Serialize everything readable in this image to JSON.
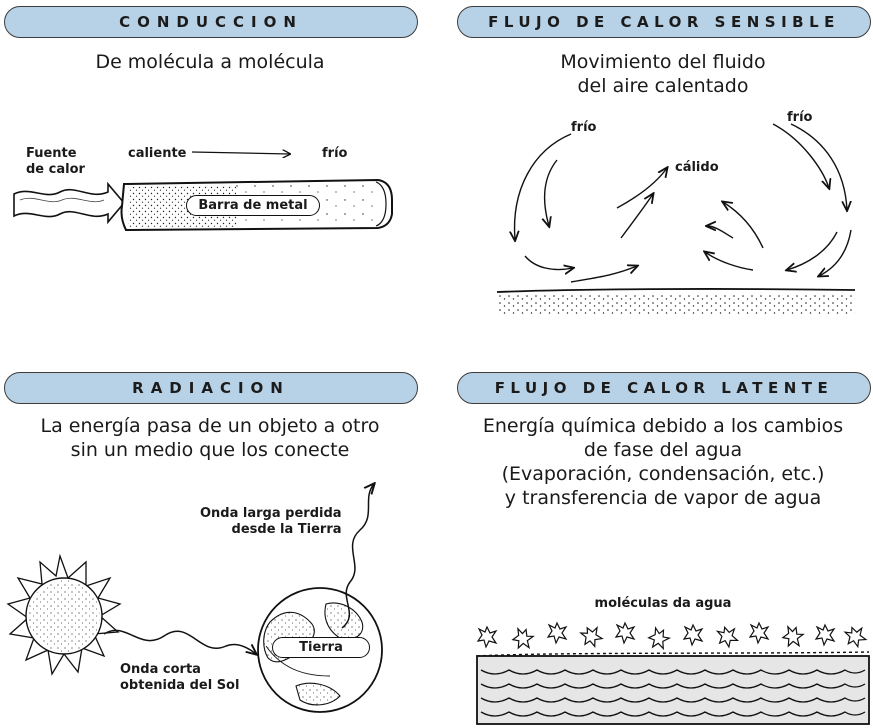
{
  "panels": {
    "conduccion": {
      "title": "CONDUCCION",
      "subtitle": "De molécula a molécula",
      "labels": {
        "heat_source": "Fuente\nde calor",
        "hot": "caliente",
        "cold": "frío",
        "bar": "Barra de metal"
      }
    },
    "flujo_sensible": {
      "title": "FLUJO DE CALOR SENSIBLE",
      "subtitle": "Movimiento del fluido\ndel aire calentado",
      "labels": {
        "cold_left": "frío",
        "cold_right": "frío",
        "warm": "cálido"
      }
    },
    "radiacion": {
      "title": "RADIACION",
      "subtitle": "La energía pasa de un objeto a otro\nsin un medio que los conecte",
      "labels": {
        "longwave": "Onda larga perdida\ndesde la Tierra",
        "shortwave": "Onda corta\nobtenida del Sol",
        "earth": "Tierra"
      }
    },
    "flujo_latente": {
      "title": "FLUJO DE CALOR LATENTE",
      "subtitle": "Energía química debido a los cambios\nde fase del agua\n(Evaporación, condensación, etc.)\ny transferencia de vapor de agua",
      "labels": {
        "molecules": "moléculas da agua"
      }
    }
  },
  "colors": {
    "header_fill": "#b7d1e6",
    "ink": "#1a1a1a",
    "water_fill": "#e6e6e6",
    "paper": "#ffffff"
  }
}
